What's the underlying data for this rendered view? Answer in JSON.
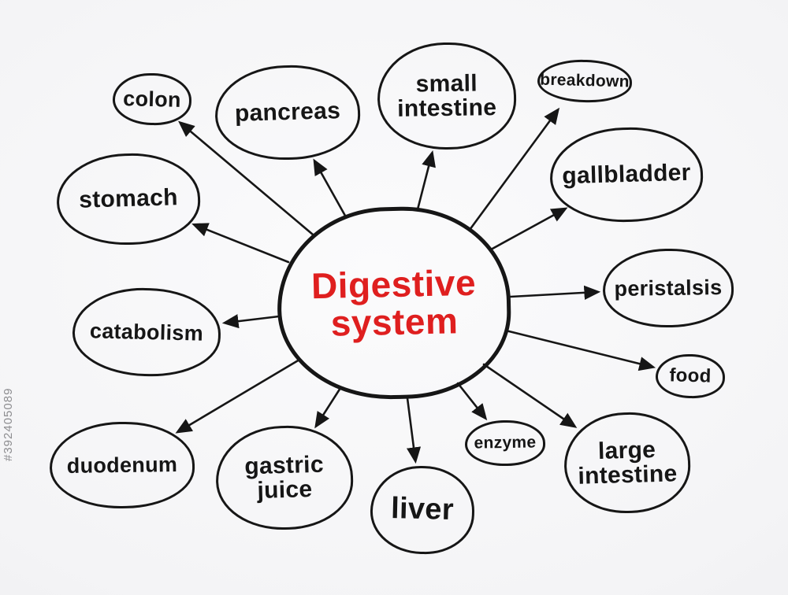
{
  "center": {
    "label": "Digestive system",
    "color": "#df1f1f"
  },
  "ink_color": "#161616",
  "nodes": [
    {
      "id": "colon",
      "label": "colon"
    },
    {
      "id": "pancreas",
      "label": "pancreas"
    },
    {
      "id": "small-intestine",
      "label": "small intestine"
    },
    {
      "id": "breakdown",
      "label": "breakdown"
    },
    {
      "id": "gallbladder",
      "label": "gallbladder"
    },
    {
      "id": "peristalsis",
      "label": "peristalsis"
    },
    {
      "id": "food",
      "label": "food"
    },
    {
      "id": "large-intestine",
      "label": "large intestine"
    },
    {
      "id": "enzyme",
      "label": "enzyme"
    },
    {
      "id": "liver",
      "label": "liver"
    },
    {
      "id": "gastric-juice",
      "label": "gastric juice"
    },
    {
      "id": "duodenum",
      "label": "duodenum"
    },
    {
      "id": "catabolism",
      "label": "catabolism"
    },
    {
      "id": "stomach",
      "label": "stomach"
    }
  ],
  "watermark": {
    "id": "#392405089"
  }
}
